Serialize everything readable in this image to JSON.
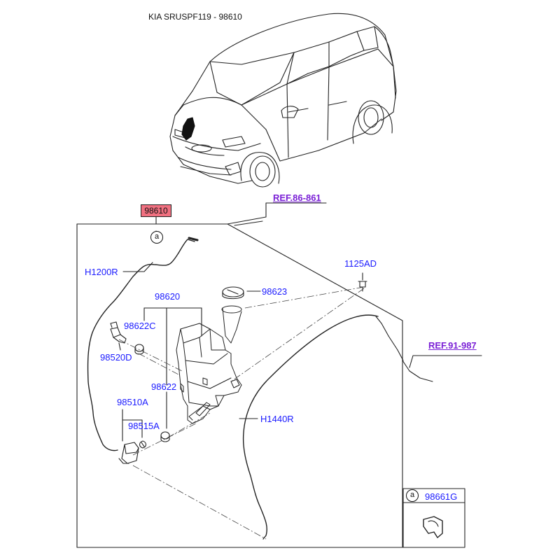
{
  "title": "KIA SRUSPF119 - 98610",
  "main_part": "98610",
  "references": {
    "ref1": "REF.86-861",
    "ref2": "REF.91-987"
  },
  "callout_symbol": "a",
  "parts": {
    "h1200r": "H1200R",
    "p98620": "98620",
    "p98623": "98623",
    "p1125ad": "1125AD",
    "p98622c": "98622C",
    "p98520d": "98520D",
    "p98622": "98622",
    "p98510a": "98510A",
    "p98515a": "98515A",
    "h1440r": "H1440R",
    "p98661g": "98661G"
  }
}
